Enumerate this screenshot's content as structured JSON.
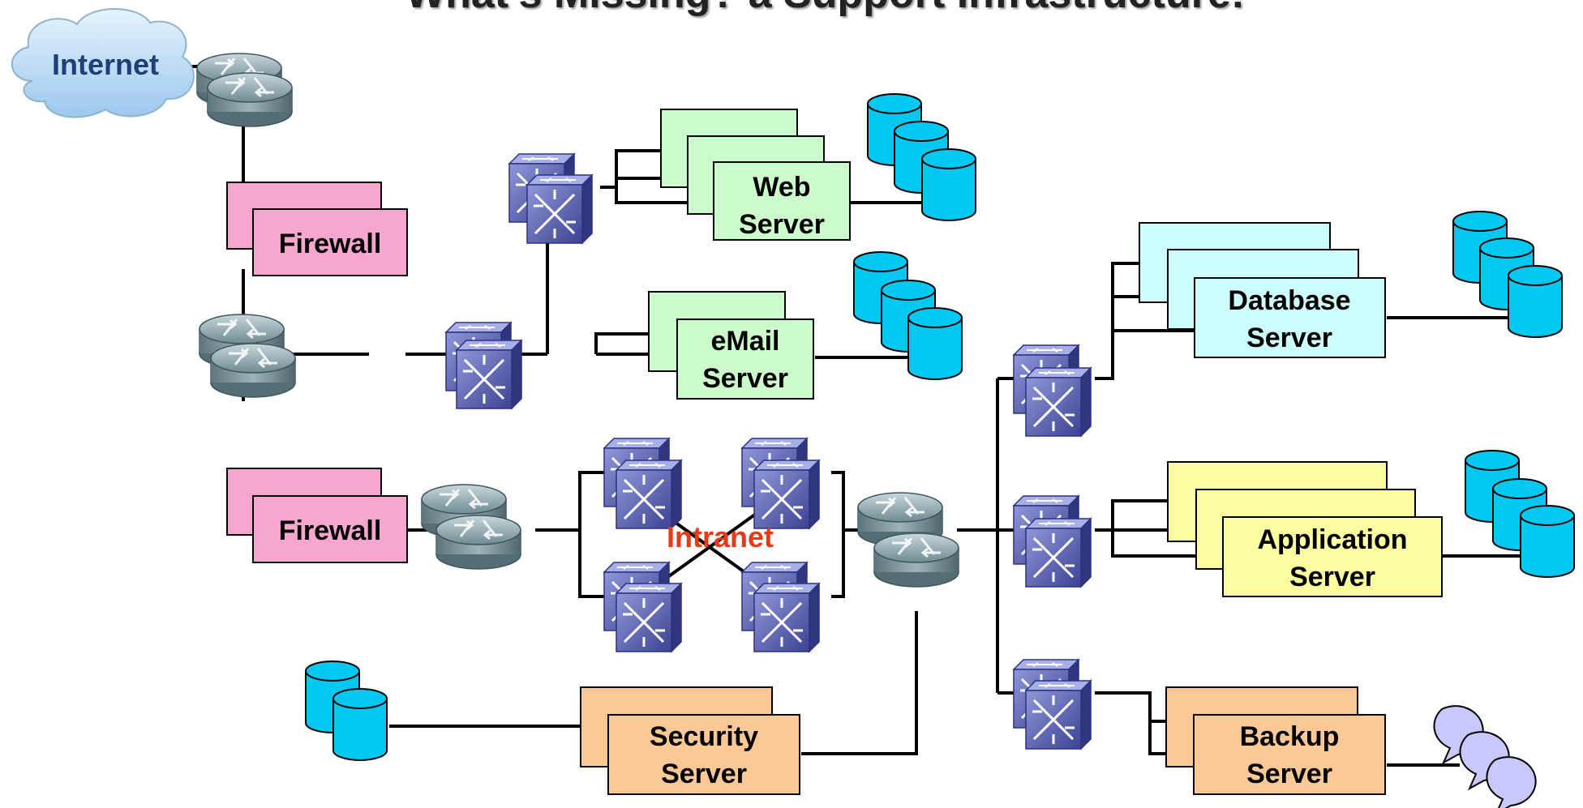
{
  "title": "What's Missing? a Support Infrastructure!",
  "cloud": {
    "label": "Internet"
  },
  "intranet": {
    "label": "Intranet"
  },
  "boxes": {
    "firewall_1": "Firewall",
    "firewall_2": "Firewall",
    "web_line1": "Web",
    "web_line2": "Server",
    "email_line1": "eMail",
    "email_line2": "Server",
    "database_line1": "Database",
    "database_line2": "Server",
    "application_line1": "Application",
    "application_line2": "Server",
    "security_line1": "Security",
    "security_line2": "Server",
    "backup_line1": "Backup",
    "backup_line2": "Server"
  },
  "colors": {
    "firewall": "#f7a6d0",
    "web": "#ccfccc",
    "email": "#ccfccc",
    "database": "#ccfcfc",
    "application": "#fcfca0",
    "security": "#fcc896",
    "backup": "#fcc896",
    "storage": "#00c8f0",
    "tape": "#c8c8fc",
    "cloud": "#c4e0f8"
  }
}
